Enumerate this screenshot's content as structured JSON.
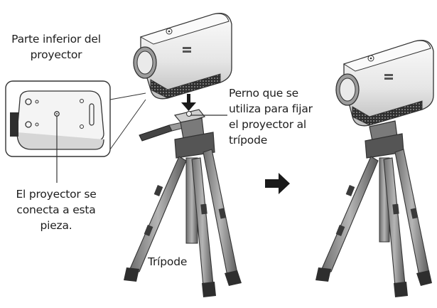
{
  "labels": {
    "projector_bottom": [
      "Parte inferior del",
      "proyector"
    ],
    "bolt": [
      "Perno que se",
      "utiliza para fijar",
      "el proyector al",
      "trípode"
    ],
    "connect_piece": [
      "El proyector se",
      "conecta a esta",
      "pieza."
    ],
    "tripod": "Trípode"
  },
  "colors": {
    "line": "#333333",
    "projector_light": "#f2f2f2",
    "projector_mid": "#c8c8c8",
    "projector_dark": "#3a3a3a",
    "tripod_dark": "#3d3d3d",
    "tripod_mid": "#8a8a8a",
    "arrow": "#1a1a1a"
  }
}
